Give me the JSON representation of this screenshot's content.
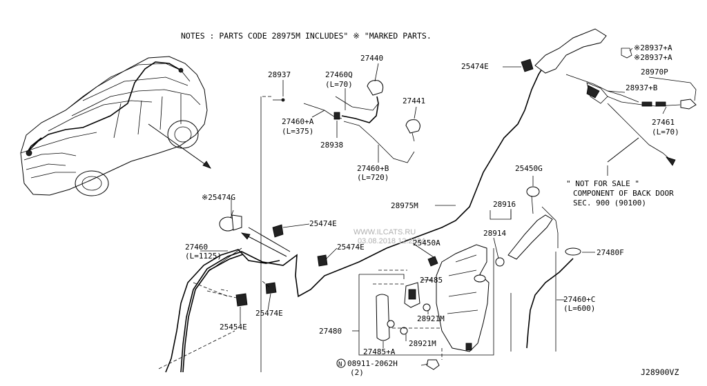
{
  "header": {
    "note": "NOTES : PARTS CODE 28975M INCLUDES\" ※ \"MARKED PARTS."
  },
  "footer": {
    "diagram_code": "J28900VZ"
  },
  "watermark": {
    "line1": "WWW.ILCATS.RU",
    "line2": "03.08.2018 12:2024"
  },
  "side_note": {
    "line1": "\" NOT FOR SALE \"",
    "line2": "COMPONENT OF BACK DOOR",
    "line3": "SEC. 900 (90100)"
  },
  "labels": {
    "p28937": "28937",
    "p27440": "27440",
    "p27460q": "27460Q",
    "p27460q_len": "(L=70)",
    "p27441": "27441",
    "p27460a": "27460+A",
    "p27460a_len": "(L=375)",
    "p28938": "28938",
    "p27460b": "27460+B",
    "p27460b_len": "(L=720)",
    "p25474e_top": "25474E",
    "p28937a_1": "※28937+A",
    "p28937a_2": "※28937+A",
    "p28970p": "28970P",
    "p28937b": "28937+B",
    "p27461": "27461",
    "p27461_len": "(L=70)",
    "p25450g": "25450G",
    "p28975m": "28975M",
    "p28916": "28916",
    "p28914": "28914",
    "p25474g": "※25474G",
    "p25474e_mid": "25474E",
    "p25474e_mid2": "25474E",
    "p27460": "27460",
    "p27460_len": "(L=1125)",
    "p25450a": "25450A",
    "p27480f": "27480F",
    "p27485": "27485",
    "p25474e_low": "25474E",
    "p28921m_1": "28921M",
    "p27460c": "27460+C",
    "p27460c_len": "(L=600)",
    "p25454e": "25454E",
    "p27480": "27480",
    "p28921m_2": "28921M",
    "p27485a": "27485+A",
    "p08911": "08911-2062H",
    "p08911_qty": "(2)",
    "n_symbol": "N"
  }
}
